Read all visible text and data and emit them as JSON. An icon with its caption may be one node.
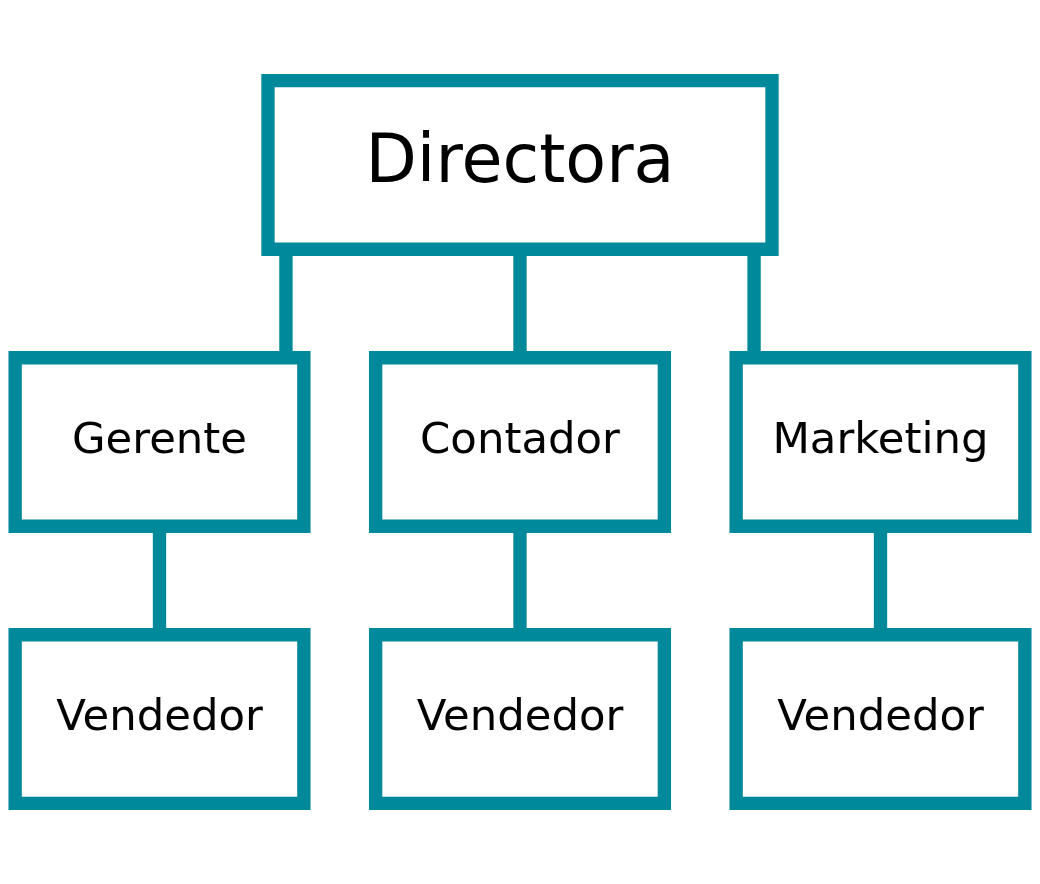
{
  "diagram": {
    "nodes": [
      {
        "text": [
          "Directora"
        ]
      },
      {
        "text": [
          "Gerente"
        ]
      },
      {
        "text": [
          "Contador"
        ]
      },
      {
        "text": [
          "Marketing"
        ]
      },
      {
        "text": [
          "Vendedor"
        ]
      },
      {
        "text": [
          "Vendedor"
        ]
      },
      {
        "text": [
          "Vendedor"
        ]
      }
    ],
    "edges": [
      {
        "from": 0,
        "to": 1,
        "arrow": "none"
      },
      {
        "from": 0,
        "to": 2,
        "arrow": "none"
      },
      {
        "from": 0,
        "to": 3,
        "arrow": "none"
      },
      {
        "from": 1,
        "to": 4,
        "arrow": "none"
      },
      {
        "from": 2,
        "to": 5,
        "arrow": "none"
      },
      {
        "from": 3,
        "to": 6,
        "arrow": "none"
      }
    ]
  }
}
